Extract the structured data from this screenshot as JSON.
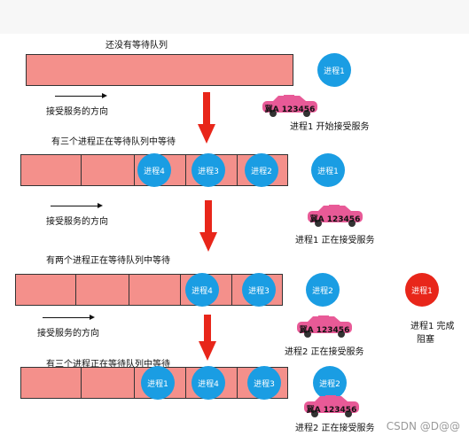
{
  "captions": {
    "s1": "还没有等待队列",
    "s2": "有三个进程正在等待队列中等待",
    "s3": "有两个进程正在等待队列中等待",
    "s4": "有三个进程正在等待队列中等待"
  },
  "direction_label": "接受服务的方向",
  "plate": "冀A 123456",
  "process_labels": {
    "p1": "进程1",
    "p2": "进程2",
    "p3": "进程3",
    "p4": "进程4"
  },
  "status": {
    "s1": "进程1 开始接受服务",
    "s2": "进程1 正在接受服务",
    "s3_service": "进程2 正在接受服务",
    "s3_block_line1": "进程1 完成",
    "s3_block_line2": "阻塞",
    "s4": "进程2 正在接受服务"
  },
  "colors": {
    "queue_fill": "#f4908b",
    "process_blue": "#1a9de3",
    "process_red": "#e8261a",
    "arrow_red": "#e8261a",
    "car_pink": "#e85a97"
  },
  "watermark": "CSDN @D@@"
}
